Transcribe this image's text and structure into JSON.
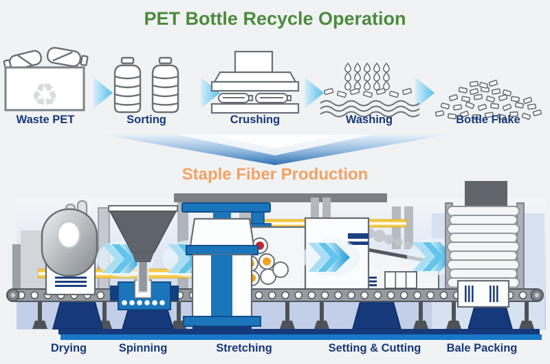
{
  "header": {
    "title": "PET Bottle Recycle Operation",
    "title_color": "#4a8b3c"
  },
  "recycle_flow": {
    "label_color": "#16387a",
    "recycle_symbol": "♻",
    "stages": [
      {
        "label": "Waste PET",
        "icon": "waste-pet-bin-icon"
      },
      {
        "label": "Sorting",
        "icon": "sorting-bottles-icon"
      },
      {
        "label": "Crushing",
        "icon": "crushing-press-icon"
      },
      {
        "label": "Washing",
        "icon": "washing-water-icon"
      },
      {
        "label": "Bottle Flake",
        "icon": "bottle-flake-pile-icon"
      }
    ],
    "arrow_color": "#5fc3ec"
  },
  "transition": {
    "shape": "wide-down-arrow",
    "color": "#2e72b2"
  },
  "fiber_flow": {
    "title": "Staple Fiber Production",
    "title_color": "#f2a263",
    "stages": [
      {
        "label": "Drying"
      },
      {
        "label": "Spinning"
      },
      {
        "label": "Stretching"
      },
      {
        "label": "Setting & Cutting"
      },
      {
        "label": "Bale Packing"
      }
    ]
  },
  "colors": {
    "machine_blue": "#1b75bb",
    "deep_navy": "#15397b",
    "floor_blue": "#1878c8",
    "chevron_cyan": "#22a3dd",
    "pipe_yellow": "#f6cb48",
    "outline_gray": "#676c72"
  }
}
